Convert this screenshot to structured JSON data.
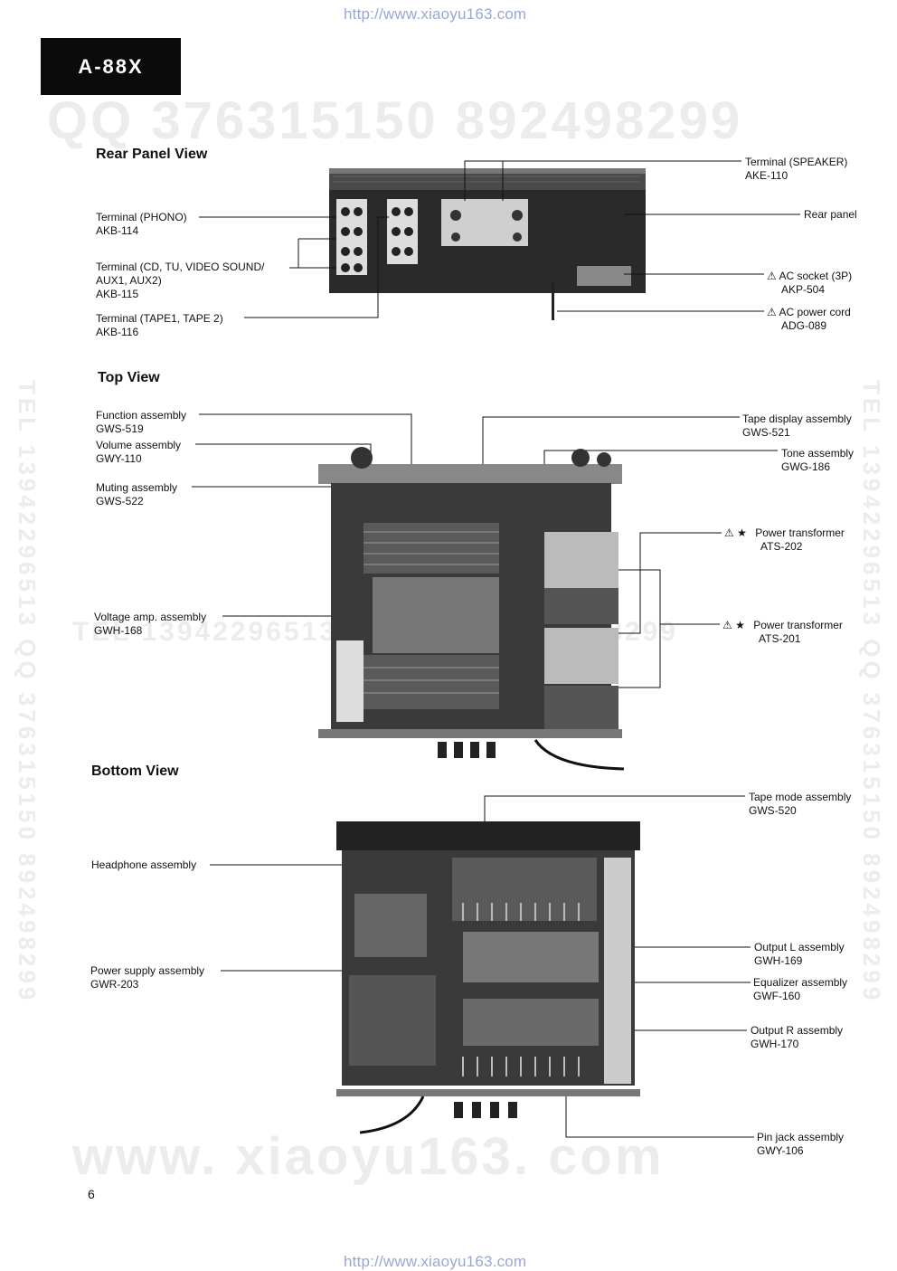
{
  "header": {
    "top_url": "http://www.xiaoyu163.com",
    "model": "A-88X"
  },
  "watermarks": {
    "qq_line": "QQ 376315150   892498299",
    "tel_mid": "TEL 13942296513   376315150   892498299",
    "vertical_left": "TEL 13942296513  QQ 376315150  892498299",
    "vertical_right": "TEL 13942296513  QQ 376315150  892498299",
    "bottom_site": "www. xiaoyu163. com"
  },
  "rear": {
    "title": "Rear Panel View",
    "phono": {
      "name": "Terminal (PHONO)",
      "code": "AKB-114"
    },
    "cd": {
      "name": "Terminal (CD, TU, VIDEO SOUND/",
      "name2": "AUX1, AUX2)",
      "code": "AKB-115"
    },
    "tape": {
      "name": "Terminal (TAPE1, TAPE 2)",
      "code": "AKB-116"
    },
    "speaker": {
      "name": "Terminal (SPEAKER)",
      "code": "AKE-110"
    },
    "panel": {
      "name": "Rear panel"
    },
    "socket": {
      "warn": "⚠",
      "name": "AC socket (3P)",
      "code": "AKP-504"
    },
    "cord": {
      "warn": "⚠",
      "name": "AC power cord",
      "code": "ADG-089"
    }
  },
  "top": {
    "title": "Top View",
    "function": {
      "name": "Function assembly",
      "code": "GWS-519"
    },
    "volume": {
      "name": "Volume assembly",
      "code": "GWY-110"
    },
    "muting": {
      "name": "Muting assembly",
      "code": "GWS-522"
    },
    "voltage": {
      "name": "Voltage amp. assembly",
      "code": "GWH-168"
    },
    "tape_display": {
      "name": "Tape display assembly",
      "code": "GWS-521"
    },
    "tone": {
      "name": "Tone assembly",
      "code": "GWG-186"
    },
    "pt1": {
      "mark": "⚠ ★",
      "name": "Power transformer",
      "code": "ATS-202"
    },
    "pt2": {
      "mark": "⚠ ★",
      "name": "Power transformer",
      "code": "ATS-201"
    }
  },
  "bottom": {
    "title": "Bottom View",
    "headphone": {
      "name": "Headphone assembly"
    },
    "power_supply": {
      "name": "Power supply assembly",
      "code": "GWR-203"
    },
    "tape_mode": {
      "name": "Tape mode assembly",
      "code": "GWS-520"
    },
    "output_l": {
      "name": "Output L assembly",
      "code": "GWH-169"
    },
    "equalizer": {
      "name": "Equalizer assembly",
      "code": "GWF-160"
    },
    "output_r": {
      "name": "Output R assembly",
      "code": "GWH-170"
    },
    "pin_jack": {
      "name": "Pin jack assembly",
      "code": "GWY-106"
    }
  },
  "footer": {
    "page_number": "6",
    "bottom_url": "http://www.xiaoyu163.com"
  }
}
